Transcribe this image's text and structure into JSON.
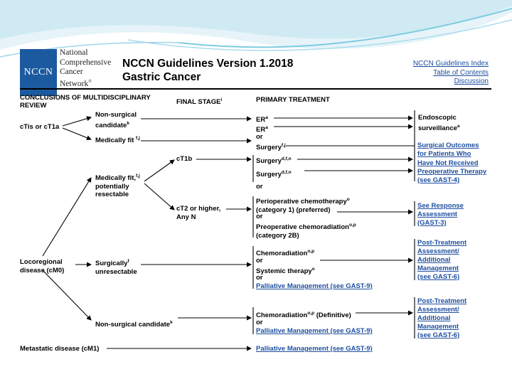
{
  "logo": {
    "abbr": "NCCN",
    "line1": "National",
    "line2": "Comprehensive",
    "line3": "Cancer",
    "line4": "Network",
    "reg": "®"
  },
  "header": {
    "title_line1": "NCCN Guidelines Version 1.2018",
    "title_line2": "Gastric Cancer"
  },
  "nav": {
    "index": "NCCN Guidelines Index",
    "toc": "Table of Contents",
    "discussion": "Discussion"
  },
  "columns": {
    "col1_line1": "CONCLUSIONS OF MULTIDISCIPLINARY",
    "col1_line2": "REVIEW",
    "col2": "FINAL STAGE",
    "col2_sup": "i",
    "col3": "PRIMARY TREATMENT"
  },
  "flow": {
    "ctis": "cTis or cT1a",
    "nonsurg1_line1": "Non-surgical",
    "nonsurg1_line2": "candidate",
    "nonsurg1_sup": "k",
    "medfit": "Medically fit ",
    "medfit_sup": "f,j",
    "er1": "ER",
    "er1_sup": "a",
    "er2": "ER",
    "er2_sup": "a",
    "or1": "or",
    "surgery1": "Surgery",
    "surgery1_sup": "f,j",
    "endo_line1": "Endoscopic",
    "endo_line2": "surveillance",
    "endo_sup": "a",
    "surg_out_line1": "Surgical Outcomes",
    "surg_out_line2": "for Patients Who",
    "surg_out_line3": "Have Not Received",
    "surg_out_line4": "Preoperative Therapy",
    "surg_out_line5": "(see GAST-4)",
    "ct1b": "cT1b",
    "mfpr_line1": "Medically fit,",
    "mfpr_sup": "f,j",
    "mfpr_line2": "potentially",
    "mfpr_line3": "resectable",
    "surgery2": "Surgery",
    "surgery2_sup": "d,f,n",
    "surgery3": "Surgery",
    "surgery3_sup": "d,f,n",
    "or2": "or",
    "ct2_line1": "cT2 or higher,",
    "ct2_line2": "Any N",
    "periop_line1": "Perioperative chemotherapy",
    "periop_sup": "o",
    "periop_line2": "(category 1) (preferred)",
    "or3": "or",
    "preop_line1": "Preoperative chemoradiation",
    "preop_sup": "o,p",
    "preop_line2": "(category 2B)",
    "resp_line1": "See Response",
    "resp_line2": "Assessment",
    "resp_line3": "(GAST-3)",
    "locoreg_line1": "Locoregional",
    "locoreg_line2": "disease (cM0)",
    "unres_line1": "Surgically",
    "unres_sup": "f",
    "unres_line2": "unresectable",
    "chemorad1": "Chemoradiation",
    "chemorad1_sup": "o,p",
    "or4": "or",
    "systemic": "Systemic therapy",
    "systemic_sup": "o",
    "or5": "or",
    "palliative1": "Palliative Management (see GAST-9)",
    "post1_line1": "Post-Treatment",
    "post1_line2": "Assessment/",
    "post1_line3": "Additional",
    "post1_line4": "Management",
    "post1_line5": "(see GAST-6)",
    "nonsurg2": "Non-surgical candidate",
    "nonsurg2_sup": "k",
    "chemorad2": "Chemoradiation",
    "chemorad2_sup": "o,p",
    "chemorad2_tail": " (Definitive)",
    "or6": "or",
    "palliative2": "Palliative Management (see GAST-9)",
    "post2_line1": "Post-Treatment",
    "post2_line2": "Assessment/",
    "post2_line3": "Additional",
    "post2_line4": "Management",
    "post2_line5": "(see GAST-6)",
    "metastatic": "Metastatic disease (cM1)",
    "palliative3": "Palliative Management (see GAST-9)"
  },
  "colors": {
    "brand_blue": "#1c5aa0",
    "link_blue": "#1f4fa0",
    "wave_light": "#cfeaf3",
    "wave_mid": "#7ccbe2"
  }
}
